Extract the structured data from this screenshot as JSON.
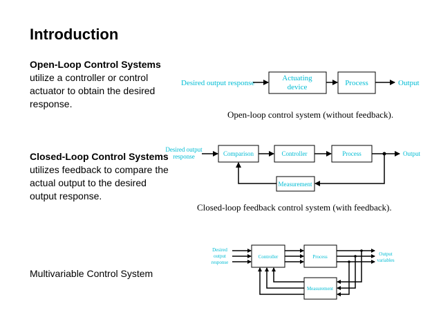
{
  "title": "Introduction",
  "open_loop": {
    "heading": "Open-Loop Control Systems",
    "text": "utilize a controller or control actuator to obtain the desired response.",
    "diagram": {
      "input": "Desired output response",
      "block1_line1": "Actuating",
      "block1_line2": "device",
      "block2": "Process",
      "output": "Output",
      "caption": "Open-loop control system (without feedback)."
    }
  },
  "closed_loop": {
    "heading": "Closed-Loop Control Systems",
    "text": "utilizes feedback to compare the actual output to the desired output response.",
    "diagram": {
      "input_line1": "Desired output",
      "input_line2": "response",
      "comparison": "Comparison",
      "controller": "Controller",
      "process": "Process",
      "output": "Output",
      "measurement": "Measurement",
      "caption": "Closed-loop feedback control system (with feedback)."
    }
  },
  "multivariable": {
    "label": "Multivariable Control System",
    "diagram": {
      "input_line1": "Desired",
      "input_line2": "output",
      "input_line3": "response",
      "controller": "Controller",
      "process": "Process",
      "output_line1": "Output",
      "output_line2": "variables",
      "measurement": "Measurement"
    }
  }
}
